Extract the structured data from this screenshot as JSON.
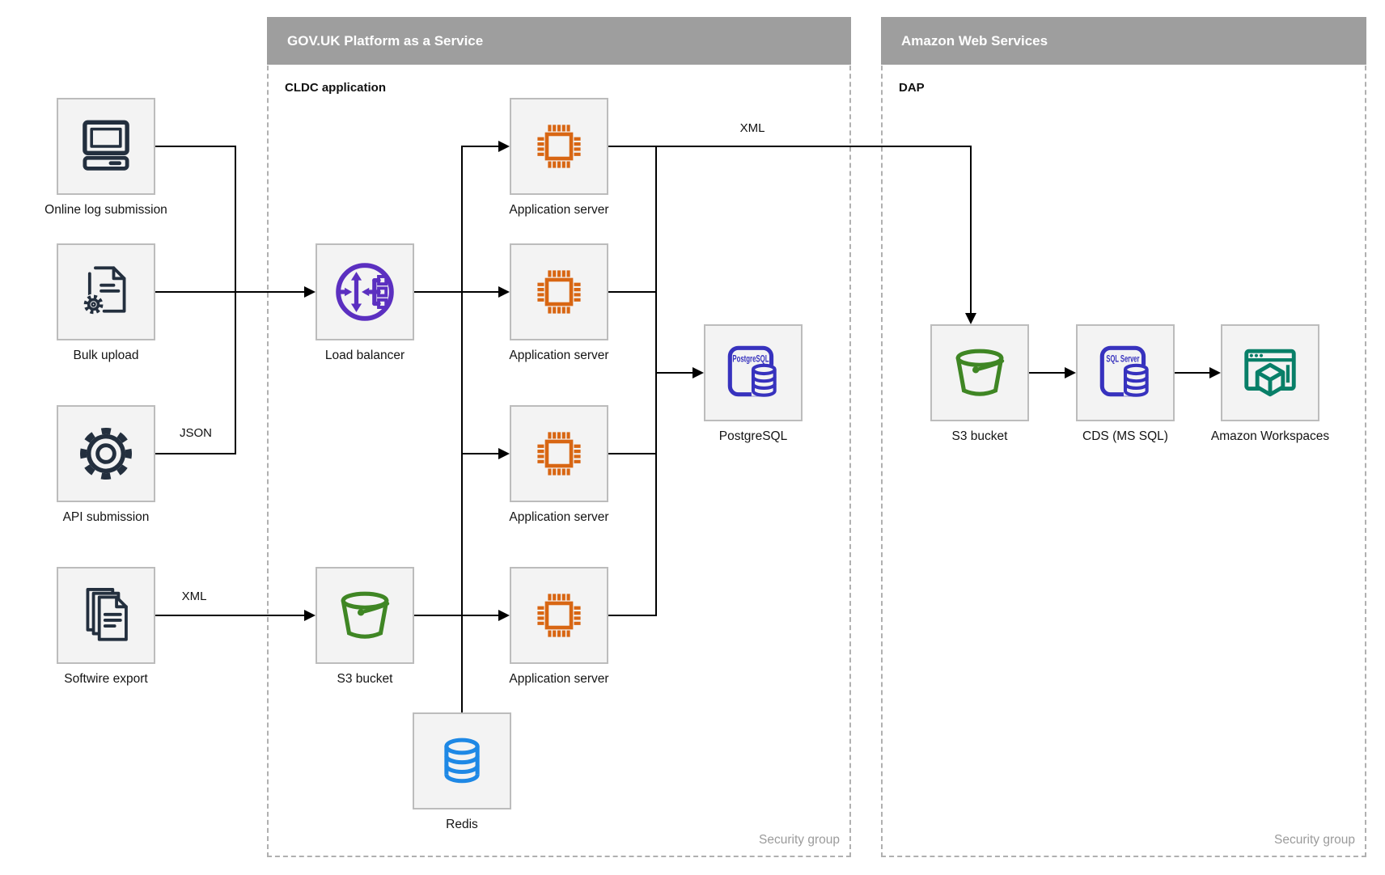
{
  "containers": {
    "govuk": {
      "header": "GOV.UK Platform as a Service",
      "sublabel": "CLDC application",
      "footer": "Security group"
    },
    "aws": {
      "header": "Amazon Web Services",
      "sublabel": "DAP",
      "footer": "Security group"
    }
  },
  "nodes": {
    "online_log": {
      "label": "Online log submission"
    },
    "bulk_upload": {
      "label": "Bulk upload"
    },
    "api_submission": {
      "label": "API submission"
    },
    "softwire_export": {
      "label": "Softwire export"
    },
    "load_balancer": {
      "label": "Load balancer"
    },
    "s3_paas": {
      "label": "S3 bucket"
    },
    "app_server": {
      "label": "Application server",
      "count": 4
    },
    "postgresql": {
      "label": "PostgreSQL"
    },
    "redis": {
      "label": "Redis"
    },
    "s3_aws": {
      "label": "S3 bucket"
    },
    "cds": {
      "label": "CDS (MS SQL)"
    },
    "workspaces": {
      "label": "Amazon Workspaces"
    }
  },
  "edge_labels": {
    "api_format": "JSON",
    "softwire_format": "XML",
    "app_to_dap_format": "XML"
  },
  "icon_labels": {
    "postgresql": "PostgreSQL",
    "sql_server": "SQL Server"
  },
  "colors": {
    "navy": "#232f3e",
    "orange": "#d86613",
    "green": "#3f8624",
    "indigo": "#3732be",
    "blue": "#1e88e5",
    "teal": "#087f68",
    "purple": "#5b2fc0",
    "header_gray": "#9e9e9e",
    "box_fill": "#f3f3f3",
    "box_border": "#bcbcbc",
    "dash": "#b0b0b0",
    "muted": "#9b9b9b",
    "line": "#000000"
  }
}
